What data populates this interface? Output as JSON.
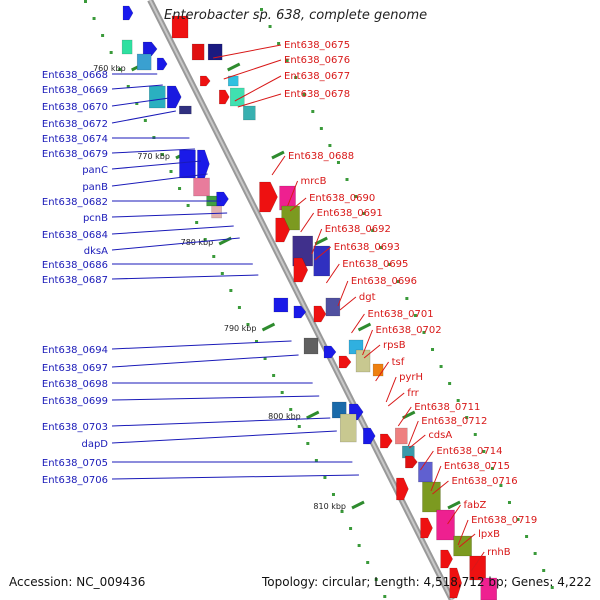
{
  "title": "Enterobacter sp. 638, complete genome",
  "footer": {
    "accession": "Accession: NC_009436",
    "topology": "Topology: circular; Length: 4,518,712 bp; Genes: 4,222"
  },
  "colors": {
    "left_label": "#1a1ab8",
    "right_label": "#d81818",
    "backbone": "#9a9a9a",
    "tick": "#2e8b2e"
  },
  "kbp_ticks": [
    "760 kbp",
    "770 kbp",
    "780 kbp",
    "790 kbp",
    "800 kbp",
    "810 kbp"
  ],
  "left_labels": [
    "Ent638_0668",
    "Ent638_0669",
    "Ent638_0670",
    "Ent638_0672",
    "Ent638_0674",
    "Ent638_0679",
    "panC",
    "panB",
    "Ent638_0682",
    "pcnB",
    "Ent638_0684",
    "dksA",
    "Ent638_0686",
    "Ent638_0687",
    "Ent638_0694",
    "Ent638_0697",
    "Ent638_0698",
    "Ent638_0699",
    "Ent638_0703",
    "dapD",
    "Ent638_0705",
    "Ent638_0706"
  ],
  "right_labels": [
    "Ent638_0675",
    "Ent638_0676",
    "Ent638_0677",
    "Ent638_0678",
    "Ent638_0688",
    "mrcB",
    "Ent638_0690",
    "Ent638_0691",
    "Ent638_0692",
    "Ent638_0693",
    "Ent638_0695",
    "Ent638_0696",
    "dgt",
    "Ent638_0701",
    "Ent638_0702",
    "rpsB",
    "tsf",
    "pyrH",
    "frr",
    "Ent638_0711",
    "Ent638_0712",
    "cdsA",
    "Ent638_0714",
    "Ent638_0715",
    "Ent638_0716",
    "fabZ",
    "Ent638_0719",
    "lpxB",
    "rnhB"
  ]
}
